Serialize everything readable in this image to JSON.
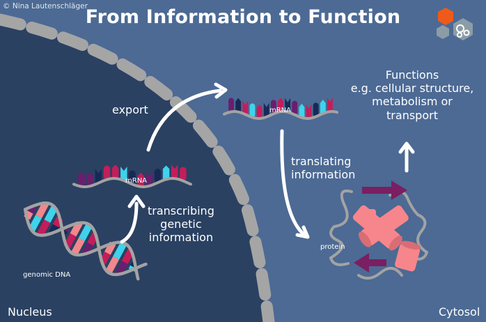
{
  "title": "From Information to Function",
  "credit": "© Nina Lautenschläger",
  "regions": {
    "nucleus": "Nucleus",
    "cytosol": "Cytosol"
  },
  "labels": {
    "genomic_dna": "genomic DNA",
    "mrna_nucleus": "mRNA",
    "mrna_cytosol": "mRNA",
    "protein": "protein",
    "export": "export",
    "transcribing": [
      "transcribing",
      "genetic",
      "information"
    ],
    "translating": [
      "translating",
      "information"
    ],
    "functions": [
      "Functions",
      "e.g. cellular structure,",
      "metabolism or",
      "transport"
    ]
  },
  "colors": {
    "cytosol": "#4c6a94",
    "nucleus": "#2a4162",
    "membrane": "#a5a5a5",
    "strand": "#a3a3a3",
    "base_magenta": "#c31e5a",
    "base_purple": "#6a1e6e",
    "base_navy": "#172a55",
    "base_cyan": "#3fd3ec",
    "base_pink": "#f2878c",
    "helix_pink": "#f6868c",
    "sheet_purple": "#7a1f62",
    "logo_orange": "#ee5a1a",
    "logo_grey": "#8c9ca6"
  }
}
